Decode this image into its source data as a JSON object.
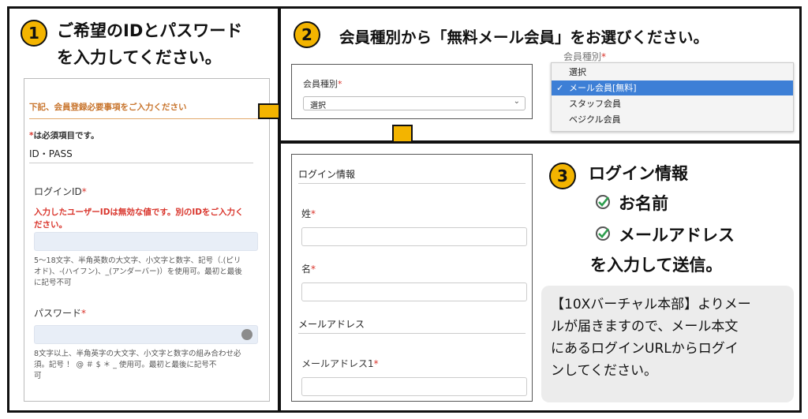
{
  "step1": {
    "number": "1",
    "title_line1": "ご希望のIDとパスワード",
    "title_line2": "を入力してください。",
    "section_header": "下記、会員登録必要事項をご入力ください",
    "required_note": "*は必須項目です。",
    "subsection": "ID・PASS",
    "login_id_label": "ログインID",
    "required_mark": "*",
    "error_line1": "入力したユーザーIDは無効な値です。別のIDをご入力く",
    "error_line2": "ださい。",
    "login_hint_line1": "5〜18文字、半角英数の大文字、小文字と数字、記号（.(ピリ",
    "login_hint_line2": "オド)、-(ハイフン)、_(アンダーバー)）を使用可。最初と最後",
    "login_hint_line3": "に記号不可",
    "password_label": "パスワード",
    "password_hint_line1": "8文字以上、半角英字の大文字、小文字と数字の組み合わせ必",
    "password_hint_line2": "須。記号 ！ @ ＃ $ ＊ _ 使用可。最初と最後に記号不",
    "password_hint_line3": "可"
  },
  "step2": {
    "number": "2",
    "title": "会員種別から「無料メール会員」をお選びください。",
    "member_type_label": "会員種別",
    "select_value": "選択",
    "dropdown_label": "会員種別",
    "options": [
      {
        "label": "選択",
        "selected": false
      },
      {
        "label": "メール会員[無料]",
        "selected": true
      },
      {
        "label": "スタッフ会員",
        "selected": false
      },
      {
        "label": "ベジクル会員",
        "selected": false
      }
    ],
    "check_mark": "✓"
  },
  "step3": {
    "number": "3",
    "login_info_header": "ログイン情報",
    "last_name_label": "姓",
    "first_name_label": "名",
    "email_header": "メールアドレス",
    "email1_label": "メールアドレス1",
    "instr_title": "ログイン情報",
    "instr_item1": "お名前",
    "instr_item2": "メールアドレス",
    "instr_footer": "を入力して送信。",
    "note_lines": [
      "【10Xバーチャル本部】よりメー",
      "ルが届きますので、メール本文",
      "にあるログインURLからログイ",
      "ンしてください。"
    ]
  },
  "colors": {
    "accent": "#f3b400",
    "required": "#d9342b",
    "selected": "#3d7fd6",
    "border": "#111111"
  }
}
